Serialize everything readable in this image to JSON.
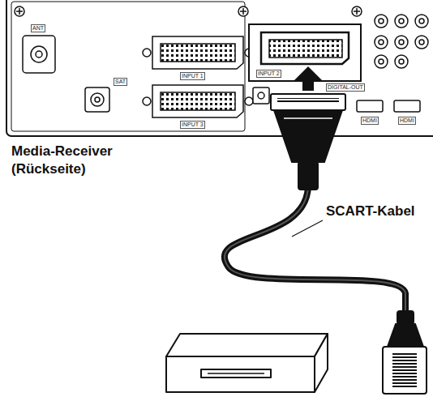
{
  "diagram": {
    "labels": [
      "ANT",
      "SAT",
      "INPUT 1",
      "INPUT 3",
      "INPUT 2",
      "DIGITAL-OUT",
      "HDMI",
      "HDMI",
      "Media-Receiver (Rückseite)",
      "SCART-Kabel"
    ]
  }
}
